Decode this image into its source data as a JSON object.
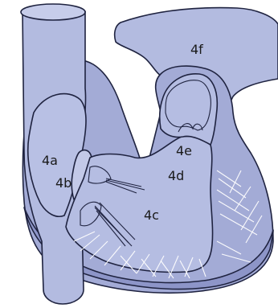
{
  "colors": {
    "wall_dark": "#8d95c8",
    "wall_mid": "#a3abd6",
    "chamber": "#b5bde2",
    "chamber_light": "#c7cdea",
    "outline": "#1f2340",
    "label": "#1a1a1a"
  },
  "labels": {
    "l4a": "4a",
    "l4b": "4b",
    "l4c": "4c",
    "l4d": "4d",
    "l4e": "4e",
    "l4f": "4f"
  }
}
